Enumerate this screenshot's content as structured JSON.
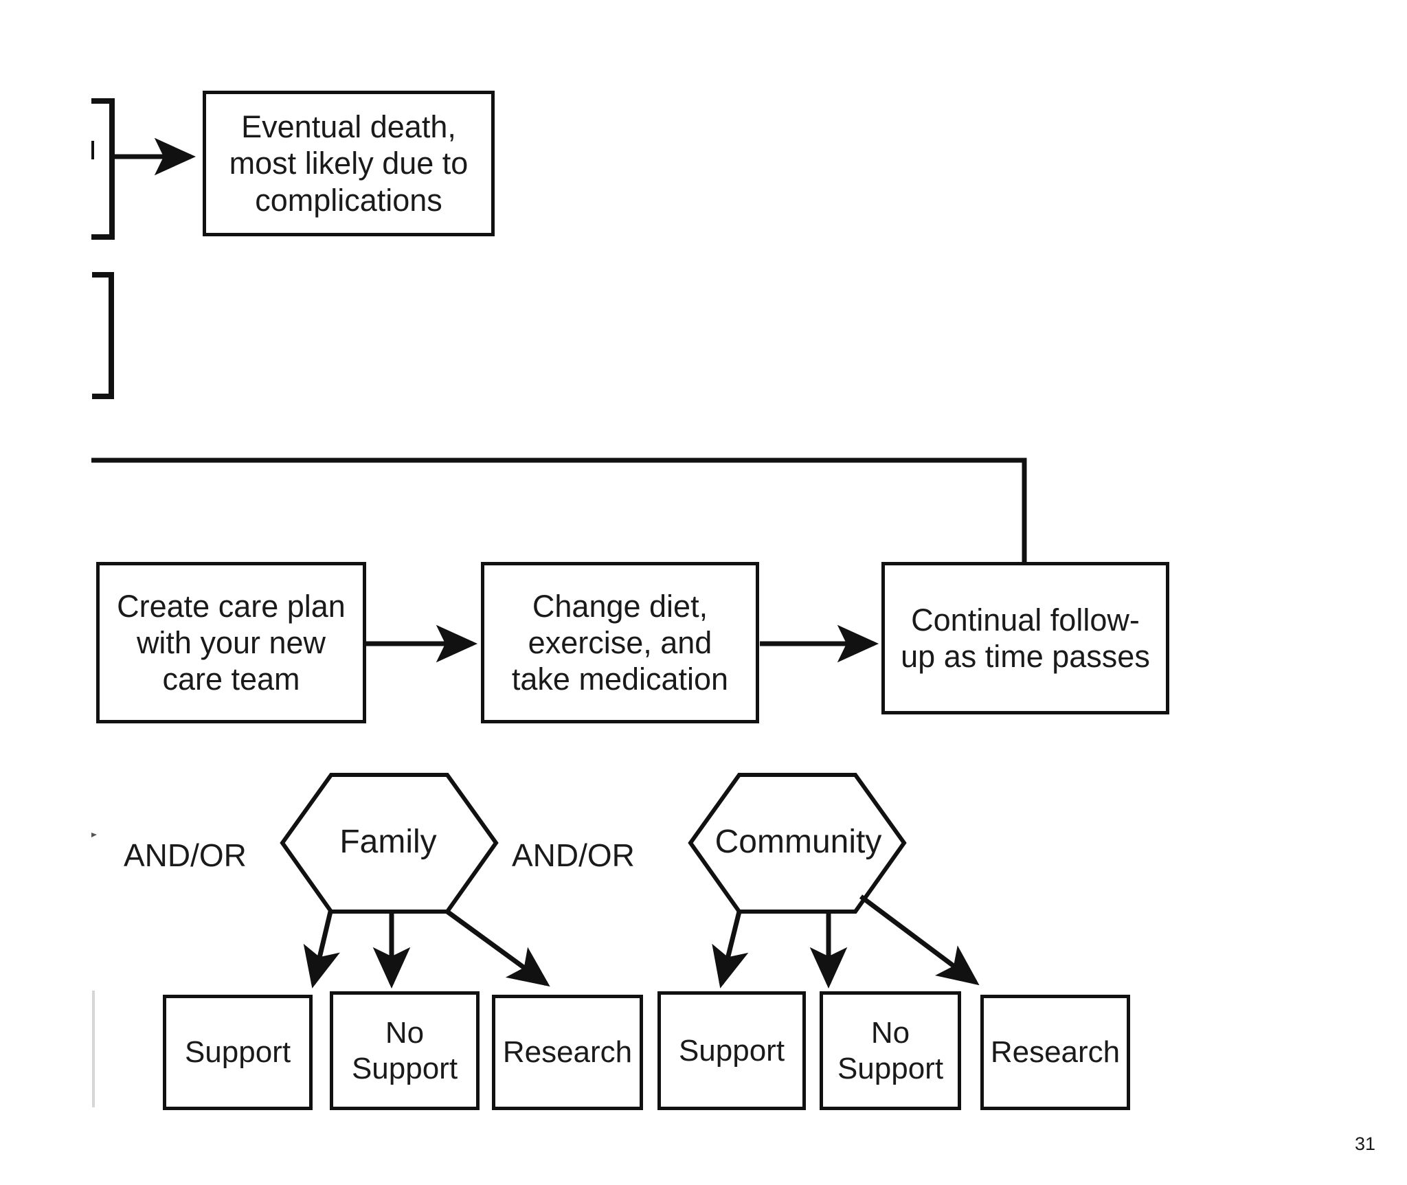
{
  "page": {
    "number": "31",
    "background": "#ffffff",
    "stroke_color": "#111111",
    "text_color": "#1a1a1a",
    "faint_rule_color": "#d6d6d6"
  },
  "flow": {
    "outcome": {
      "box_label": "Eventual death,\nmost likely due to\ncomplications",
      "incoming_connector": "bracket-with-arrow"
    },
    "management_steps": [
      {
        "id": "care-plan",
        "label": "Create care plan\nwith your new\ncare team"
      },
      {
        "id": "diet-exercise",
        "label": "Change diet,\nexercise, and\ntake medication"
      },
      {
        "id": "follow-up",
        "label": "Continual follow-\nup as time passes"
      }
    ],
    "support_sources": [
      {
        "id": "family",
        "label": "Family",
        "conjunction": "AND/OR",
        "outcomes": [
          "Support",
          "No\nSupport",
          "Research"
        ]
      },
      {
        "id": "community",
        "label": "Community",
        "conjunction": "AND/OR",
        "outcomes": [
          "Support",
          "No\nSupport",
          "Research"
        ]
      }
    ]
  },
  "outcome_boxes": {
    "family_support": "Support",
    "family_no_support": "No\nSupport",
    "family_research": "Research",
    "community_support": "Support",
    "community_no_support": "No\nSupport",
    "community_research": "Research"
  }
}
